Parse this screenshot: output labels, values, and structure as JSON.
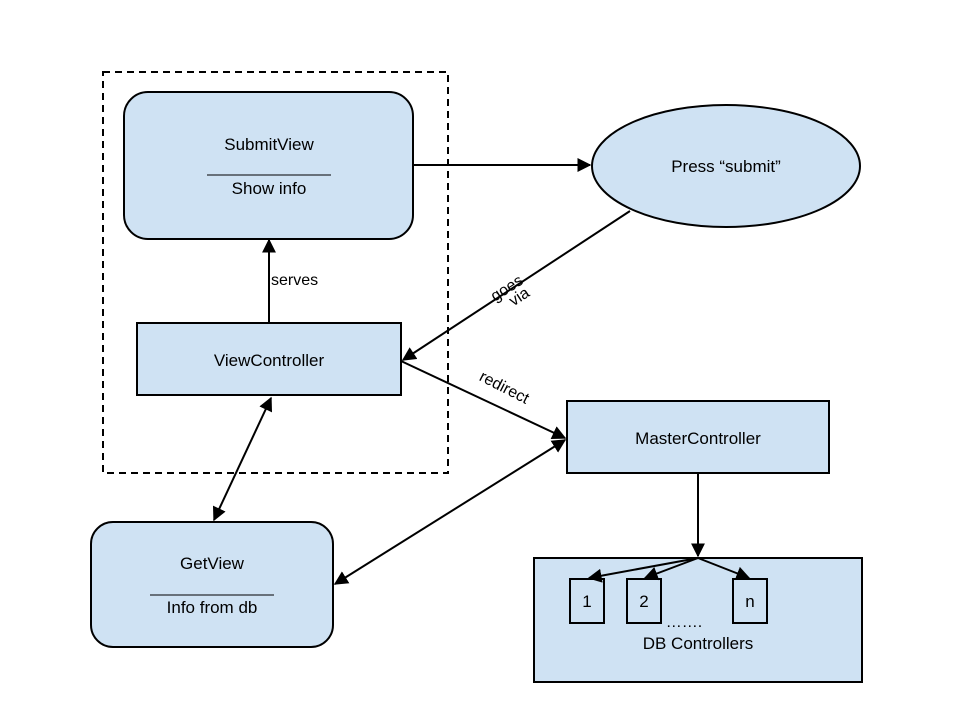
{
  "colors": {
    "node_fill": "#cfe2f3",
    "stroke": "#000000",
    "background": "#ffffff"
  },
  "nodes": {
    "submit_view": {
      "title": "SubmitView",
      "subtitle": "Show info"
    },
    "press_submit": {
      "label": "Press “submit”"
    },
    "view_controller": {
      "label": "ViewController"
    },
    "master_controller": {
      "label": "MasterController"
    },
    "get_view": {
      "title": "GetView",
      "subtitle": "Info from db"
    },
    "db_controllers": {
      "label": "DB Controllers",
      "items": [
        "1",
        "2",
        "n"
      ],
      "ellipsis": "……."
    }
  },
  "edges": {
    "serves": "serves",
    "goes_via": [
      "goes",
      "via"
    ],
    "redirect": "redirect"
  }
}
